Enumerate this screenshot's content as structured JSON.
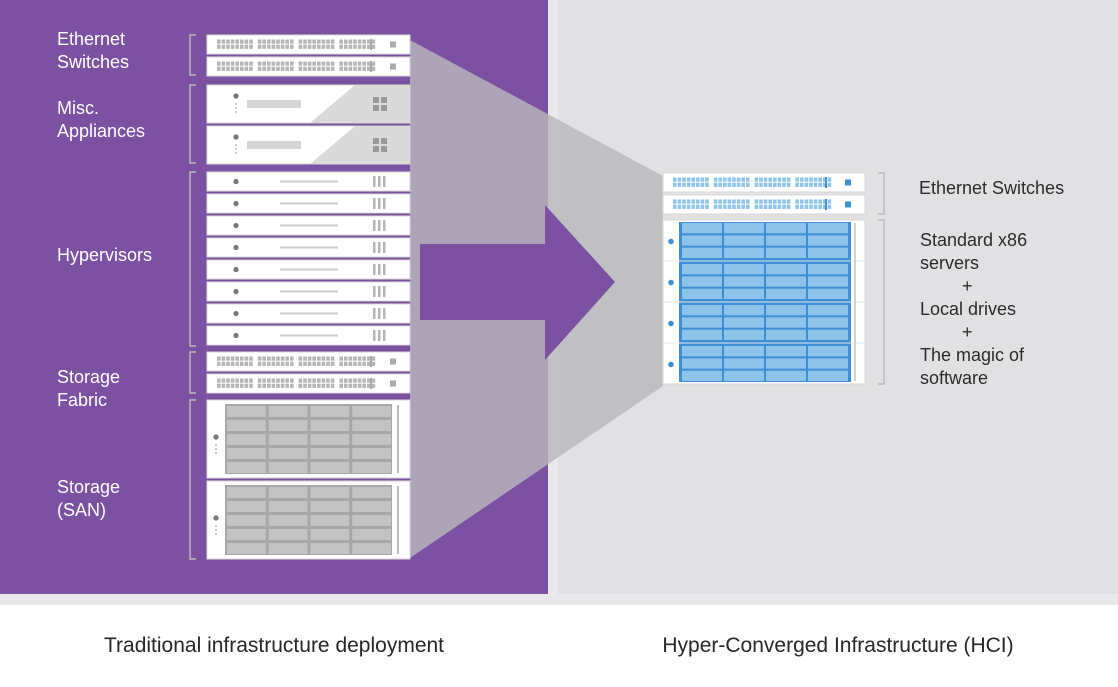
{
  "colors": {
    "traditional_bg": "#7c51a1",
    "hci_bg": "#e1e1e3",
    "rack_gray": "#bdbdbd",
    "hci_blue": "#8ec3ea",
    "hci_blue_dark": "#3d8fd6",
    "funnel": "#b8b8bc"
  },
  "traditional": {
    "categories": [
      {
        "id": "ethernet-switches",
        "lines": [
          "Ethernet",
          "Switches"
        ],
        "units": 2,
        "kind": "switch"
      },
      {
        "id": "misc-appliances",
        "lines": [
          "Misc.",
          "Appliances"
        ],
        "units": 2,
        "kind": "appliance"
      },
      {
        "id": "hypervisors",
        "lines": [
          "Hypervisors"
        ],
        "units": 8,
        "kind": "server"
      },
      {
        "id": "storage-fabric",
        "lines": [
          "Storage",
          "Fabric"
        ],
        "units": 2,
        "kind": "switch"
      },
      {
        "id": "storage-san",
        "lines": [
          "Storage",
          "(SAN)"
        ],
        "units": 2,
        "kind": "disk-array"
      }
    ]
  },
  "hci": {
    "labels": {
      "switches": "Ethernet Switches",
      "servers_lines": [
        "Standard x86",
        "servers",
        "+",
        "Local drives",
        "+",
        "The magic of",
        "software"
      ]
    },
    "switch_units": 2,
    "server_nodes": 4
  },
  "footer": {
    "traditional": "Traditional infrastructure deployment",
    "hci": "Hyper-Converged Infrastructure (HCI)"
  }
}
